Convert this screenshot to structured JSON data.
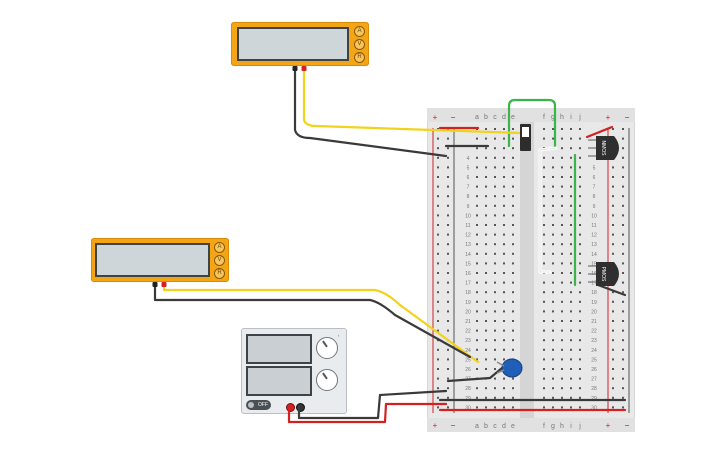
{
  "breadboard": {
    "top_columns": [
      "a",
      "b",
      "c",
      "d",
      "e",
      "f",
      "g",
      "h",
      "i",
      "j"
    ],
    "bottom_columns": [
      "a",
      "b",
      "c",
      "d",
      "e",
      "f",
      "g",
      "h",
      "i",
      "j"
    ],
    "rail_plus": "+",
    "rail_minus": "−",
    "row_numbers_left": [
      "4",
      "5",
      "6",
      "7",
      "8",
      "9",
      "10",
      "11",
      "12",
      "13",
      "14",
      "15",
      "16",
      "17",
      "18",
      "19",
      "20",
      "21",
      "22",
      "23",
      "24",
      "25",
      "26",
      "27",
      "28",
      "29",
      "30"
    ],
    "row_numbers_right": [
      "5",
      "6",
      "7",
      "8",
      "9",
      "10",
      "11",
      "12",
      "13",
      "14",
      "15",
      "16",
      "17",
      "18",
      "19",
      "20",
      "21",
      "22",
      "23",
      "24",
      "25",
      "26",
      "27",
      "28",
      "29",
      "30"
    ]
  },
  "transistors": {
    "top_label": "NMOS",
    "bottom_label": "PMOS"
  },
  "multimeter_top": {
    "knobs": [
      "A",
      "V",
      "R"
    ]
  },
  "multimeter_left": {
    "knobs": [
      "A",
      "V",
      "R"
    ]
  },
  "power_supply": {
    "off_label": "OFF"
  },
  "colors": {
    "meter_orange": "#f4a516",
    "wire_yellow": "#f2d21b",
    "wire_black": "#3a3a3a",
    "wire_red": "#d42020",
    "wire_green": "#3bb54a",
    "wire_white": "#ffffff",
    "rail_red": "#d42020",
    "capacitor_blue": "#1f5fb8"
  }
}
